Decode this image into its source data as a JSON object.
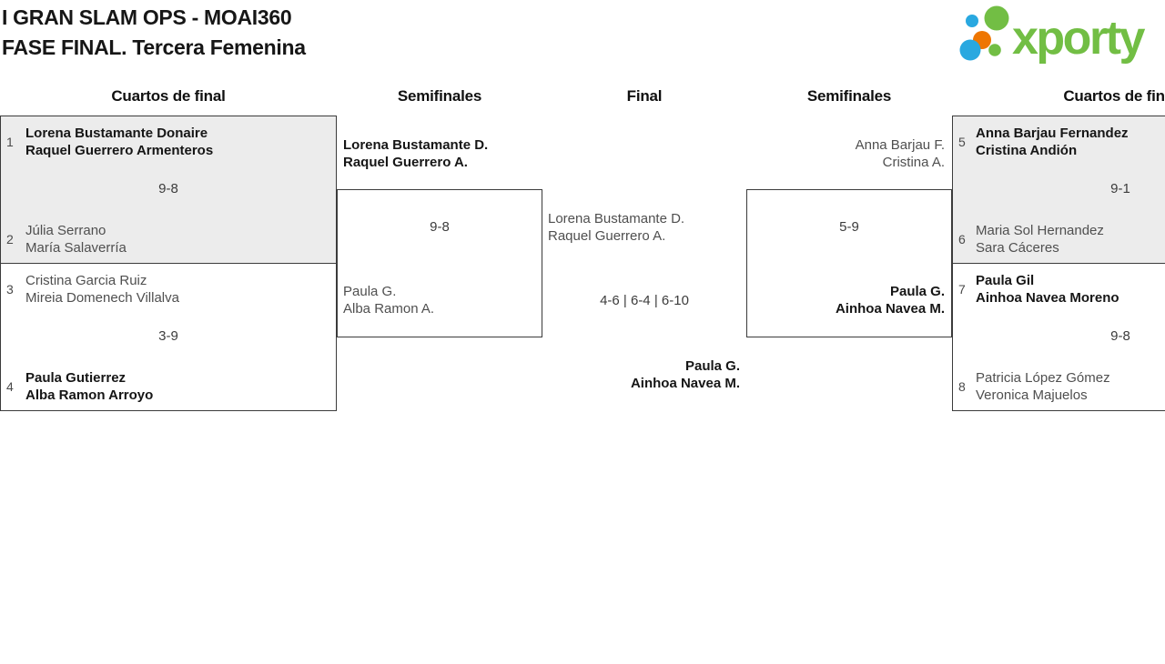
{
  "header": {
    "title_line1": "I GRAN SLAM OPS - MOAI360",
    "title_line2": "FASE FINAL. Tercera Femenina",
    "logo_text": "xporty"
  },
  "rounds": {
    "qf_left_label": "Cuartos de final",
    "sf_left_label": "Semifinales",
    "final_label": "Final",
    "sf_right_label": "Semifinales",
    "qf_right_label": "Cuartos de final"
  },
  "bracket": {
    "qf_left": [
      {
        "seed_top": "1",
        "top": [
          "Lorena Bustamante Donaire",
          "Raquel Guerrero Armenteros"
        ],
        "score": "9-8",
        "seed_bottom": "2",
        "bottom": [
          "Júlia Serrano",
          "María Salaverría"
        ]
      },
      {
        "seed_top": "3",
        "top": [
          "Cristina Garcia Ruiz",
          "Mireia Domenech Villalva"
        ],
        "score": "3-9",
        "seed_bottom": "4",
        "bottom": [
          "Paula Gutierrez",
          "Alba Ramon Arroyo"
        ]
      }
    ],
    "sf_left": {
      "top": [
        "Lorena Bustamante D.",
        "Raquel Guerrero A."
      ],
      "score": "9-8",
      "bottom": [
        "Paula G.",
        "Alba Ramon A."
      ]
    },
    "final": {
      "top": [
        "Lorena Bustamante D.",
        "Raquel Guerrero A."
      ],
      "score": "4-6 | 6-4 | 6-10",
      "bottom": [
        "Paula G.",
        "Ainhoa Navea M."
      ]
    },
    "sf_right": {
      "top": [
        "Anna Barjau F.",
        "Cristina A."
      ],
      "score": "5-9",
      "bottom": [
        "Paula G.",
        "Ainhoa Navea M."
      ]
    },
    "qf_right": [
      {
        "seed_top": "5",
        "top": [
          "Anna Barjau Fernandez",
          "Cristina Andión"
        ],
        "score": "9-1",
        "seed_bottom": "6",
        "bottom": [
          "Maria Sol Hernandez",
          "Sara Cáceres"
        ]
      },
      {
        "seed_top": "7",
        "top": [
          "Paula Gil",
          "Ainhoa Navea Moreno"
        ],
        "score": "9-8",
        "seed_bottom": "8",
        "bottom": [
          "Patricia López Gómez",
          "Veronica Majuelos"
        ]
      }
    ]
  },
  "colors": {
    "brand_green": "#72be44",
    "brand_blue": "#29a8e0",
    "brand_orange": "#ee7601",
    "box_shade": "#ececec",
    "box_border": "#3b3b3b"
  }
}
